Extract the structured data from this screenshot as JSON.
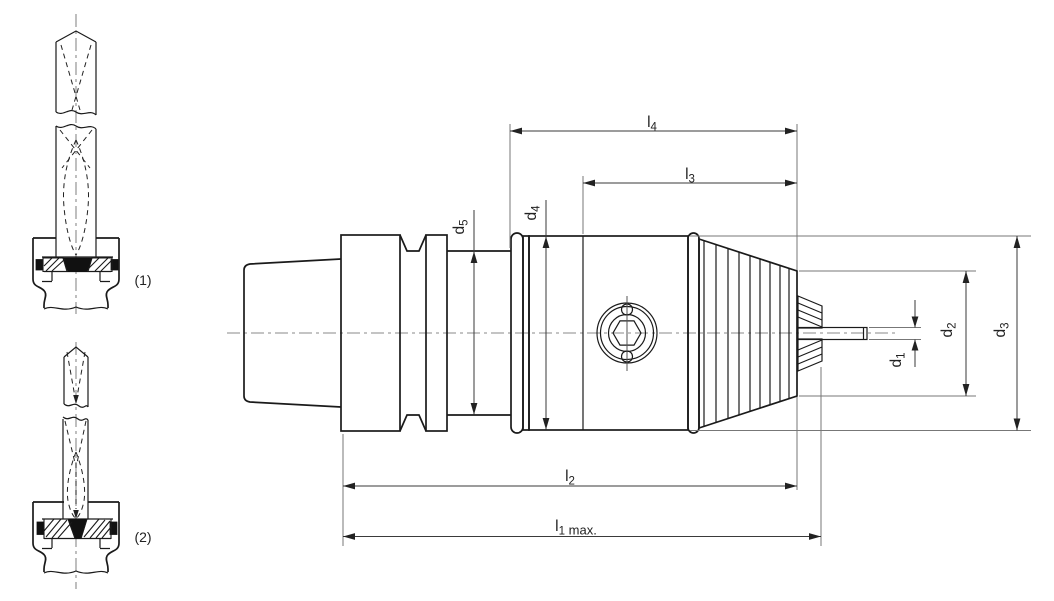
{
  "drawing": {
    "kind": "technical line drawing",
    "subject": "drill chuck side view with two sectional clamping detail views",
    "colors": {
      "background": "#ffffff",
      "outline": "#1a1a1a",
      "dimension_line": "#3a3a3a",
      "extension_line": "#777777",
      "centerline": "#8a8a8a",
      "solid_fill": "#111111"
    }
  },
  "details": {
    "figure1_label": "(1)",
    "figure2_label": "(2)"
  },
  "dimensions": {
    "l4": {
      "base": "l",
      "sub": "4",
      "suffix": ""
    },
    "l3": {
      "base": "l",
      "sub": "3",
      "suffix": ""
    },
    "l2": {
      "base": "l",
      "sub": "2",
      "suffix": ""
    },
    "l1": {
      "base": "l",
      "sub": "1",
      "suffix": " max."
    },
    "d1": {
      "base": "d",
      "sub": "1",
      "suffix": ""
    },
    "d2": {
      "base": "d",
      "sub": "2",
      "suffix": ""
    },
    "d3": {
      "base": "d",
      "sub": "3",
      "suffix": ""
    },
    "d4": {
      "base": "d",
      "sub": "4",
      "suffix": ""
    },
    "d5": {
      "base": "d",
      "sub": "5",
      "suffix": ""
    }
  }
}
